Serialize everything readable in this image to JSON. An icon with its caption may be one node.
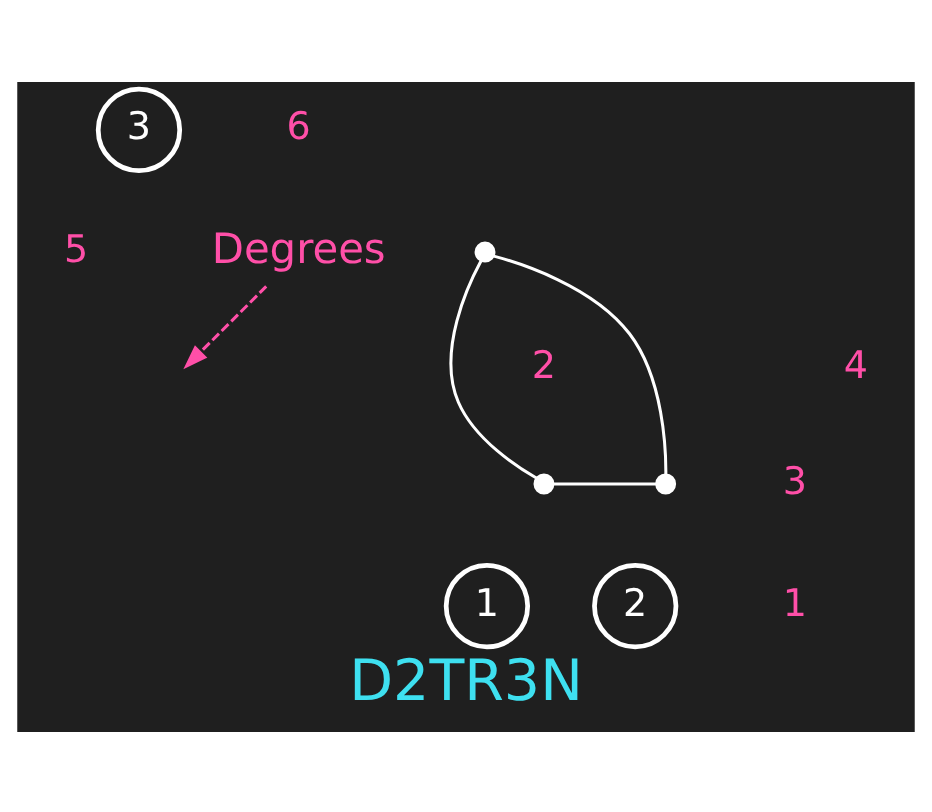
{
  "diagram": {
    "title": "D2TR3N",
    "nodes": [
      {
        "text": [
          "3"
        ]
      },
      {
        "text": [
          "Degrees"
        ]
      },
      {
        "text": [],
        "shape": "circle"
      },
      {
        "text": [],
        "shape": "circle"
      },
      {
        "text": [],
        "shape": "circle"
      },
      {
        "text": [
          "1"
        ]
      },
      {
        "text": [
          "2"
        ]
      }
    ],
    "edges": [
      {
        "from": 2,
        "to": 3,
        "arrow": "none"
      },
      {
        "from": 3,
        "to": 4,
        "arrow": "none"
      },
      {
        "from": 4,
        "to": 2,
        "arrow": "none"
      },
      {
        "from": 1,
        "to": null,
        "arrow": "to",
        "style": "dashed",
        "color": "#ff4fa8"
      }
    ],
    "labels": [
      "6",
      "5",
      "4",
      "2",
      "3",
      "1"
    ]
  }
}
